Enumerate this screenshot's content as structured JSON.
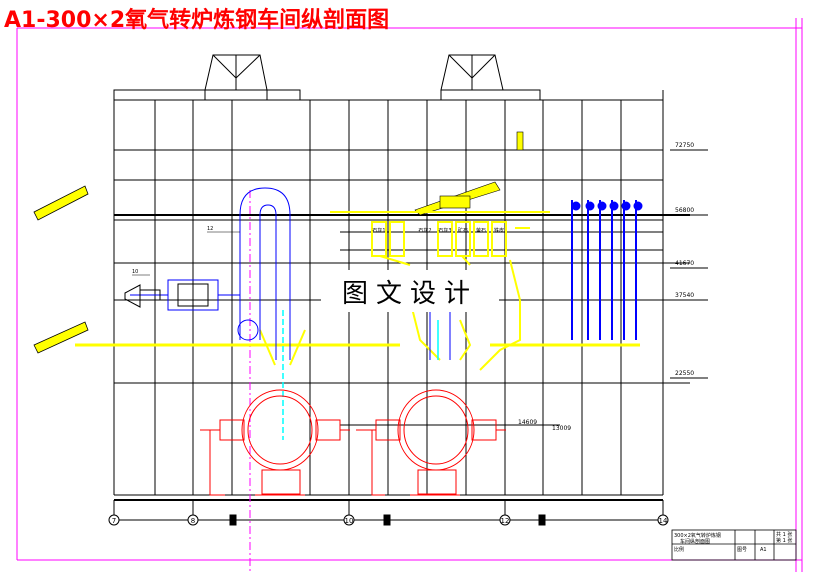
{
  "title": "A1-300×2氧气转炉炼钢车间纵剖面图",
  "watermark": "图文设计",
  "elevations": [
    "72750",
    "56800",
    "41670",
    "37540",
    "22550",
    "14609",
    "13009"
  ],
  "axis_labels": [
    "7",
    "8",
    "10",
    "12",
    "14"
  ],
  "callouts": [
    "12",
    "10"
  ],
  "chute_labels": [
    "石灰1",
    "石灰2",
    "石灰3",
    "矿石",
    "萤石",
    "铁皮"
  ],
  "title_block": {
    "name_line1": "300×2氧气转炉炼钢",
    "name_line2": "车间纵剖面图",
    "sheet_total": "共 1 张",
    "sheet_no": "第 1 张",
    "drawing_no_label": "图号",
    "drawing_no": "A1",
    "scale_label": "比例"
  },
  "colors": {
    "title": "#ff0000",
    "border": "#ff00ff",
    "structure": "#000000",
    "equipment": "#ffff00",
    "converter": "#ff0000",
    "ducts": "#0000ff",
    "oxygen_lance": "#00ffff"
  }
}
